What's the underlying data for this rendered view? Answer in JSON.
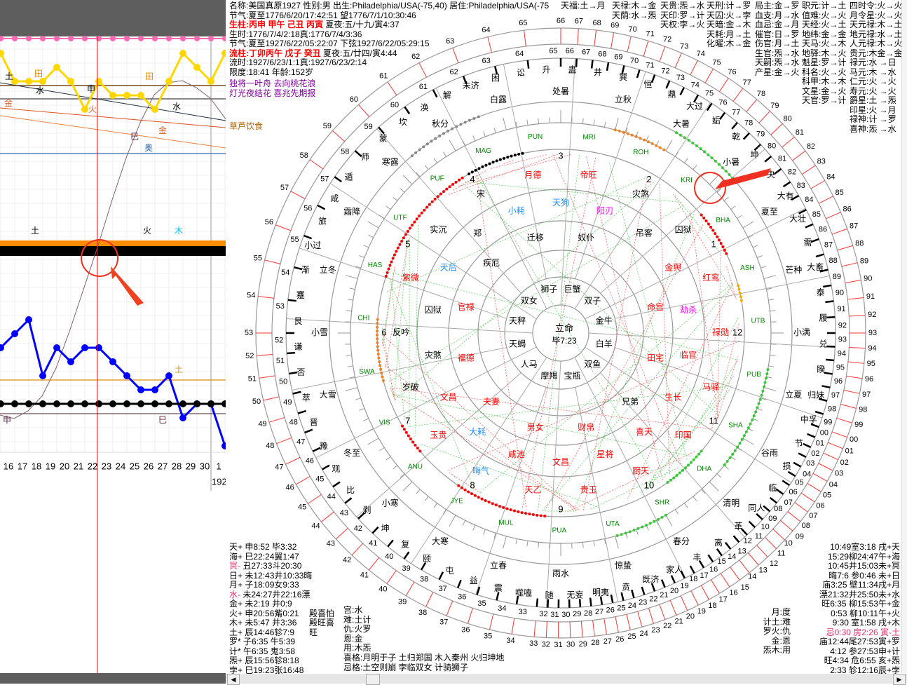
{
  "left_chart": {
    "days": [
      "16",
      "17",
      "18",
      "19",
      "20",
      "21",
      "22",
      "23",
      "24",
      "25",
      "26",
      "27",
      "28",
      "29",
      "30",
      "1"
    ],
    "year_label": "192",
    "yellow_series": [
      5,
      3,
      3,
      3,
      4,
      3,
      1,
      3,
      2,
      2,
      2,
      1,
      3,
      5,
      4,
      3,
      5
    ],
    "blue_series": [
      7,
      8,
      9,
      5,
      7,
      6,
      7,
      7,
      6,
      5,
      4,
      4,
      5,
      2,
      3,
      3,
      0
    ],
    "black_series_level": 5,
    "marks": [
      {
        "t": "土",
        "c": "#000"
      },
      {
        "t": "田",
        "c": "#e08a00"
      },
      {
        "t": "田",
        "c": "#e08a00"
      },
      {
        "t": "金",
        "c": "#e0602a"
      },
      {
        "t": "水",
        "c": "#000"
      },
      {
        "t": "申",
        "c": "#000"
      },
      {
        "t": "火",
        "c": "#e0602a"
      },
      {
        "t": "水",
        "c": "#000"
      },
      {
        "t": "金",
        "c": "#e0602a"
      },
      {
        "t": "巳",
        "c": "#602040"
      },
      {
        "t": "奥",
        "c": "#2060a0"
      },
      {
        "t": "土",
        "c": "#000"
      },
      {
        "t": "火",
        "c": "#000"
      },
      {
        "t": "木",
        "c": "#00c0ff"
      },
      {
        "t": "土",
        "c": "#d09020"
      },
      {
        "t": "申",
        "c": "#602040"
      },
      {
        "t": "巳",
        "c": "#602040"
      }
    ],
    "colors": {
      "pink": "#ff69b4",
      "yellow": "#ffd700",
      "blue": "#0000ff",
      "cursor": "#ff0000"
    }
  },
  "info": {
    "name_line": "名称:美国真原1927 性别:男 出生:Philadelphia/USA(-75,40) 居住:Philadelphia/USA(-75",
    "jieqi1": "节气:夏至1776/6/20/17:42:51 望1776/7/1/10:30:46",
    "shengzhu_label": "生柱:丙申 甲午 己丑 丙寅",
    "shengzhu_tail": " 夏夜:五/十九/寅4:37",
    "shengshi": "生时:1776/7/4/2:18真:1776/7/4/3:36",
    "jieqi2": "节气:夏至1927/6/22/05:22:07 下弦1927/6/22/05:29:15",
    "liuzhu_label": "流柱:丁卯丙午 戊子 癸丑",
    "liuzhu_tail": " 夏夜:五/廿四/寅4:44",
    "liushi": "流时:1927/6/23/1:1真:1927/6/23/2:14",
    "xiandu": "限度:18:41 年龄:152岁",
    "poem1": "独将一叶舟  去向桃花浪",
    "poem2": "灯光夜结花  喜兆先期报",
    "side_note": "草芦饮食"
  },
  "star_table": {
    "col1": [
      "天福:土→月"
    ],
    "col2": [
      "天禄:木→金",
      "天荫:水→炁"
    ],
    "col3": [
      "天贵:炁→水",
      "天印:罗→计",
      "天权:孛→火"
    ],
    "col4": [
      "天刑:计→罗",
      "天囚:火→孛",
      "天暗:金→木",
      "天耗:月→土",
      "化曜:木→金"
    ],
    "col5": [
      "局主:金→罗",
      "血支:月→水",
      "血忌:金→月",
      "催官:日→罗",
      "伤官:月→土",
      "生官:炁→水",
      "天嗣:炁→水",
      "产星:金→火"
    ],
    "col6": [
      "职元:计→土",
      "值难:火→火",
      "天经:火→土",
      "地纬:金→金",
      "天马:火→木",
      "地驿:木→火",
      "魁星:罗→计",
      "科名:火→火",
      "科甲:木→木",
      "文星:金→火",
      "天官:罗→计"
    ],
    "col7": [
      "四时令:火→火",
      "月令星:火→火",
      "天元禄:木→土",
      "地元禄:水→土",
      "人元禄:木→火",
      "贵元:木金→金",
      "禄元:水 →日",
      "马元:木 →水",
      "仁元:火 →火",
      "寿元:火 →火",
      "爵星:土 →炁",
      "印星:火 →月",
      "禄神:计 →罗",
      "喜神:炁 →水"
    ]
  },
  "planets_left": [
    {
      "a": "天+",
      "b": " 申8:52 毕3:32",
      "pink": false,
      "c": ""
    },
    {
      "a": "海+",
      "b": " 巳22:24翼1:47",
      "pink": false,
      "c": ""
    },
    {
      "a": "冥-",
      "b": " 丑27:33斗20:30",
      "pink": true,
      "c": ""
    },
    {
      "a": "日+",
      "b": " 未12:43井10:33晦",
      "pink": false,
      "c": ""
    },
    {
      "a": "月+",
      "b": " 子18:09女9:33",
      "pink": false,
      "c": ""
    },
    {
      "a": "水-",
      "b": " 未24:27井22:16漂",
      "pink": true,
      "c": ""
    },
    {
      "a": "金+",
      "b": " 未2:19 井0:9",
      "pink": false,
      "c": ""
    },
    {
      "a": "火+",
      "b": " 申20:56觜0:21",
      "pink": false,
      "c": "殿喜怕"
    },
    {
      "a": "木+",
      "b": " 未5:47 井3:36",
      "pink": false,
      "c": "殿旺喜"
    },
    {
      "a": "土+",
      "b": " 辰14:46轸7:9",
      "pink": false,
      "c": "旺"
    },
    {
      "a": "罗*",
      "b": " 子6:35 牛5:39",
      "pink": false,
      "c": ""
    },
    {
      "a": "计*",
      "b": " 午6:35 鬼3:58",
      "pink": false,
      "c": ""
    },
    {
      "a": "炁+",
      "b": " 辰15:56轸8:18",
      "pink": false,
      "c": ""
    },
    {
      "a": "孛+",
      "b": " 巳19:23张16:48",
      "pink": false,
      "c": ""
    }
  ],
  "gongnan": [
    "宫:水",
    "难:土计",
    "仇:火罗",
    "恩:金",
    "用:木炁"
  ],
  "xige": "喜格:月明于子  土归郑国  木入秦州  火归坤地",
  "jige": "忌格:土空则崩  孛临双女  计骑狮子",
  "liu_relations": [
    "月:度",
    "计土:难",
    "罗火:仇",
    "金:恩",
    "炁木:用"
  ],
  "planets_right": [
    {
      "a": "10:49室3:18 戌+",
      "b": "天",
      "pink": false
    },
    {
      "a": "15:29柳24:47午+",
      "b": "海",
      "pink": false
    },
    {
      "a": "10:45井15:03未+",
      "b": "冥",
      "pink": false
    },
    {
      "a": "晦7:6  参0:46 未+",
      "b": "日",
      "pink": false
    },
    {
      "a": "庙3:25 壁11:34戌+",
      "b": "月",
      "pink": false
    },
    {
      "a": "漂21:32井25:50未+",
      "b": "水",
      "pink": false
    },
    {
      "a": "旺6:35 柳15:53午+",
      "b": "金",
      "pink": false
    },
    {
      "a": "0:53 柳10:11午+",
      "b": "火",
      "pink": false
    },
    {
      "a": "9:30 室1:58 戌+",
      "b": "木",
      "pink": false
    },
    {
      "a": "忌0:30 房2:26 寅-",
      "b": "土",
      "pink": true
    },
    {
      "a": "庙12:44尾27:53寅+",
      "b": "罗",
      "pink": false
    },
    {
      "a": "4:12 参27:53申+",
      "b": "计",
      "pink": false
    },
    {
      "a": "旺4:34 危6:55 亥+",
      "b": "炁",
      "pink": false
    },
    {
      "a": "2:33 轸12:16辰+",
      "b": "孛",
      "pink": false
    }
  ],
  "wheel": {
    "center_title": "立命",
    "center_degree": "毕7:23",
    "house_numbers": [
      "1",
      "2",
      "3",
      "4",
      "5",
      "6",
      "7",
      "8",
      "9",
      "10",
      "11",
      "12"
    ],
    "nakshatras": [
      "HAS",
      "UTF",
      "PUF",
      "MAG",
      "PUN",
      "MRI",
      "ROH",
      "KRI",
      "BHA",
      "ASH",
      "UTB",
      "PUB",
      "SHA",
      "DHA",
      "SHR",
      "UTA",
      "PUA",
      "MUL",
      "JYE",
      "ANU",
      "VIS",
      "SWA",
      "CHI"
    ],
    "solar_terms": [
      "立秋",
      "大暑",
      "小暑",
      "夏至",
      "芒种",
      "小满",
      "立夏",
      "谷雨",
      "清明",
      "春分",
      "惊蛰",
      "雨水",
      "立春",
      "大寒",
      "小寒",
      "冬至",
      "大雪",
      "小雪",
      "立冬",
      "霜降",
      "寒露",
      "秋分",
      "白露",
      "处暑"
    ],
    "hexagrams": [
      "未济",
      "困",
      "讼",
      "升",
      "蛊",
      "井",
      "巽",
      "恒",
      "鼎",
      "大过",
      "姤",
      "乾",
      "坤",
      "夬",
      "大有",
      "大壮",
      "需",
      "大畜",
      "泰",
      "履",
      "兑",
      "睽",
      "归妹",
      "中孚",
      "节",
      "损",
      "临",
      "同人",
      "革",
      "离",
      "丰",
      "家人",
      "既济",
      "贲",
      "明夷",
      "无妄",
      "随",
      "噬嗑",
      "震",
      "益",
      "屯",
      "颐",
      "复",
      "坤",
      "剥",
      "比",
      "观",
      "豫",
      "晋",
      "萃",
      "否",
      "谦",
      "艮",
      "蹇",
      "渐",
      "小过",
      "旅",
      "咸",
      "遁",
      "师",
      "蒙",
      "坎",
      "涣",
      "解"
    ],
    "signs": [
      "狮子",
      "巨蟹",
      "双子",
      "金牛",
      "白羊",
      "双鱼",
      "宝瓶",
      "摩羯",
      "人马",
      "天蝎",
      "天秤",
      "双女"
    ],
    "palaces": [
      {
        "t": "命宫",
        "c": "#f00"
      },
      {
        "t": "田宅",
        "c": "#f00"
      },
      {
        "t": "兄弟",
        "c": "#000"
      },
      {
        "t": "财帛",
        "c": "#f00"
      },
      {
        "t": "男女",
        "c": "#f00"
      },
      {
        "t": "夫妻",
        "c": "#f00"
      },
      {
        "t": "福德",
        "c": "#f00"
      },
      {
        "t": "官禄",
        "c": "#f00"
      },
      {
        "t": "疾厄",
        "c": "#000"
      },
      {
        "t": "迁移",
        "c": "#000"
      },
      {
        "t": "奴仆",
        "c": "#000"
      }
    ],
    "stars": [
      {
        "t": "天狗",
        "c": "#1e90ff"
      },
      {
        "t": "帝旺",
        "c": "#f00"
      },
      {
        "t": "阳刃",
        "c": "#ff00ff"
      },
      {
        "t": "灾煞",
        "c": "#000"
      },
      {
        "t": "吊客",
        "c": "#000"
      },
      {
        "t": "囚狱",
        "c": "#000"
      },
      {
        "t": "金舆",
        "c": "#f00"
      },
      {
        "t": "红鸾",
        "c": "#f00"
      },
      {
        "t": "劫杀",
        "c": "#ff00ff"
      },
      {
        "t": "禄勋",
        "c": "#f00"
      },
      {
        "t": "临官",
        "c": "#f00"
      },
      {
        "t": "马驿",
        "c": "#f00"
      },
      {
        "t": "生长",
        "c": "#f00"
      },
      {
        "t": "印国",
        "c": "#f00"
      },
      {
        "t": "喜天",
        "c": "#f00"
      },
      {
        "t": "厨天",
        "c": "#f00"
      },
      {
        "t": "星将",
        "c": "#f00"
      },
      {
        "t": "贵玉",
        "c": "#f00"
      },
      {
        "t": "文昌",
        "c": "#f00"
      },
      {
        "t": "天乙",
        "c": "#f00"
      },
      {
        "t": "咸池",
        "c": "#f00"
      },
      {
        "t": "晦气",
        "c": "#1e90ff"
      },
      {
        "t": "大耗",
        "c": "#1e90ff"
      },
      {
        "t": "玉贵",
        "c": "#f00"
      },
      {
        "t": "文昌",
        "c": "#f00"
      },
      {
        "t": "岁破",
        "c": "#000"
      },
      {
        "t": "灾煞",
        "c": "#000"
      },
      {
        "t": "反吟",
        "c": "#000"
      },
      {
        "t": "囚狱",
        "c": "#000"
      },
      {
        "t": "紫微",
        "c": "#f00"
      },
      {
        "t": "天后",
        "c": "#1e90ff"
      },
      {
        "t": "实沉",
        "c": "#000"
      },
      {
        "t": "郑",
        "c": "#000"
      },
      {
        "t": "宋",
        "c": "#000"
      },
      {
        "t": "小耗",
        "c": "#1e90ff"
      },
      {
        "t": "月德",
        "c": "#f00"
      }
    ],
    "ring_numbers": [
      "00",
      "01",
      "02",
      "03",
      "04",
      "05",
      "06",
      "07",
      "08",
      "09",
      "10",
      "11",
      "12",
      "13",
      "14",
      "15",
      "16",
      "17",
      "18",
      "19",
      "20",
      "21",
      "22",
      "23",
      "24",
      "25",
      "26",
      "27",
      "28",
      "29",
      "30",
      "31",
      "32",
      "33",
      "34",
      "35",
      "36",
      "37",
      "38",
      "39",
      "40",
      "41",
      "42",
      "43",
      "44",
      "45",
      "46",
      "47",
      "48",
      "49",
      "50",
      "51",
      "52",
      "53",
      "54",
      "55",
      "56",
      "57",
      "58",
      "59",
      "60",
      "61",
      "62",
      "63",
      "64",
      "65",
      "66",
      "67",
      "68",
      "69",
      "70",
      "71",
      "72",
      "73",
      "74",
      "75",
      "76",
      "77",
      "78",
      "79",
      "80",
      "81",
      "82",
      "83",
      "84",
      "85",
      "86",
      "87",
      "88",
      "89",
      "90",
      "91",
      "92",
      "93",
      "94",
      "95",
      "96",
      "97",
      "98",
      "99"
    ]
  }
}
